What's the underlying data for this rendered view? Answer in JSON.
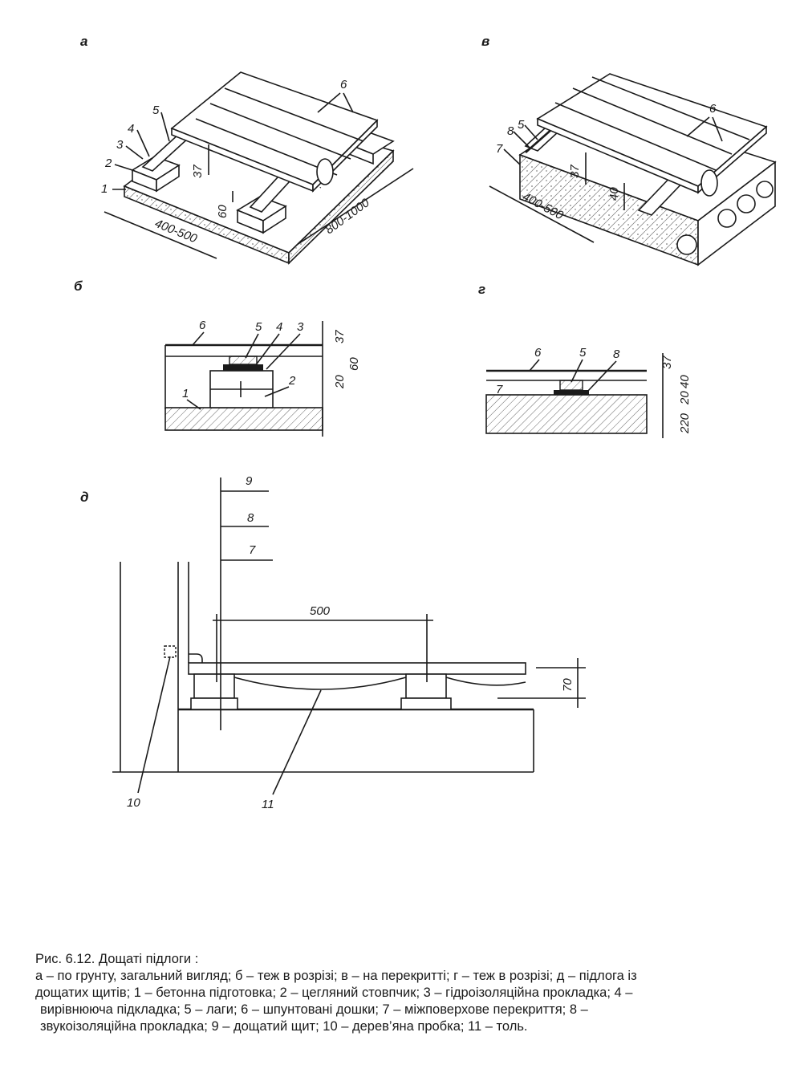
{
  "panels": {
    "a": "а",
    "v": "в",
    "b": "б",
    "g": "г",
    "d": "д"
  },
  "callouts": {
    "a": {
      "c1": "1",
      "c2": "2",
      "c3": "3",
      "c4": "4",
      "c5": "5",
      "c6": "6"
    },
    "v": {
      "c5": "5",
      "c6": "6",
      "c7": "7",
      "c8": "8"
    },
    "b": {
      "c1": "1",
      "c2": "2",
      "c3": "3",
      "c4": "4",
      "c5": "5",
      "c6": "6"
    },
    "g": {
      "c5": "5",
      "c6": "6",
      "c7": "7",
      "c8": "8"
    },
    "d": {
      "c7": "7",
      "c8": "8",
      "c9": "9",
      "c10": "10",
      "c11": "11"
    }
  },
  "dimensions": {
    "a": {
      "board": "37",
      "lag": "60",
      "step": "400-500",
      "span": "800-1000"
    },
    "v": {
      "board": "37",
      "lag": "40",
      "step": "400-500"
    },
    "b": {
      "d37": "37",
      "d60": "60",
      "d20": "20"
    },
    "g": {
      "d37": "37",
      "d40": "40",
      "d20": "20",
      "d220": "220"
    },
    "d": {
      "d500": "500",
      "d70": "70"
    }
  },
  "caption": {
    "line1": "Рис. 6.12. Дощаті підлоги :",
    "line2": "а – по грунту, загальний вигляд; б – теж в розрізі; в – на перекритті; г – теж  в розрізі; д – підлога із",
    "line3": "дощатих щитів; 1 – бетонна підготовка; 2 – цегляний стовпчик; 3 – гідроізоляційна прокладка; 4 –",
    "line4": "вирівнююча підкладка; 5 – лаги; 6 – шпунтовані дошки; 7 – міжповерхове перекриття; 8 –",
    "line5": "звукоізоляційна прокладка; 9 – дощатий щит; 10 – дерев’яна пробка; 11 – толь."
  }
}
